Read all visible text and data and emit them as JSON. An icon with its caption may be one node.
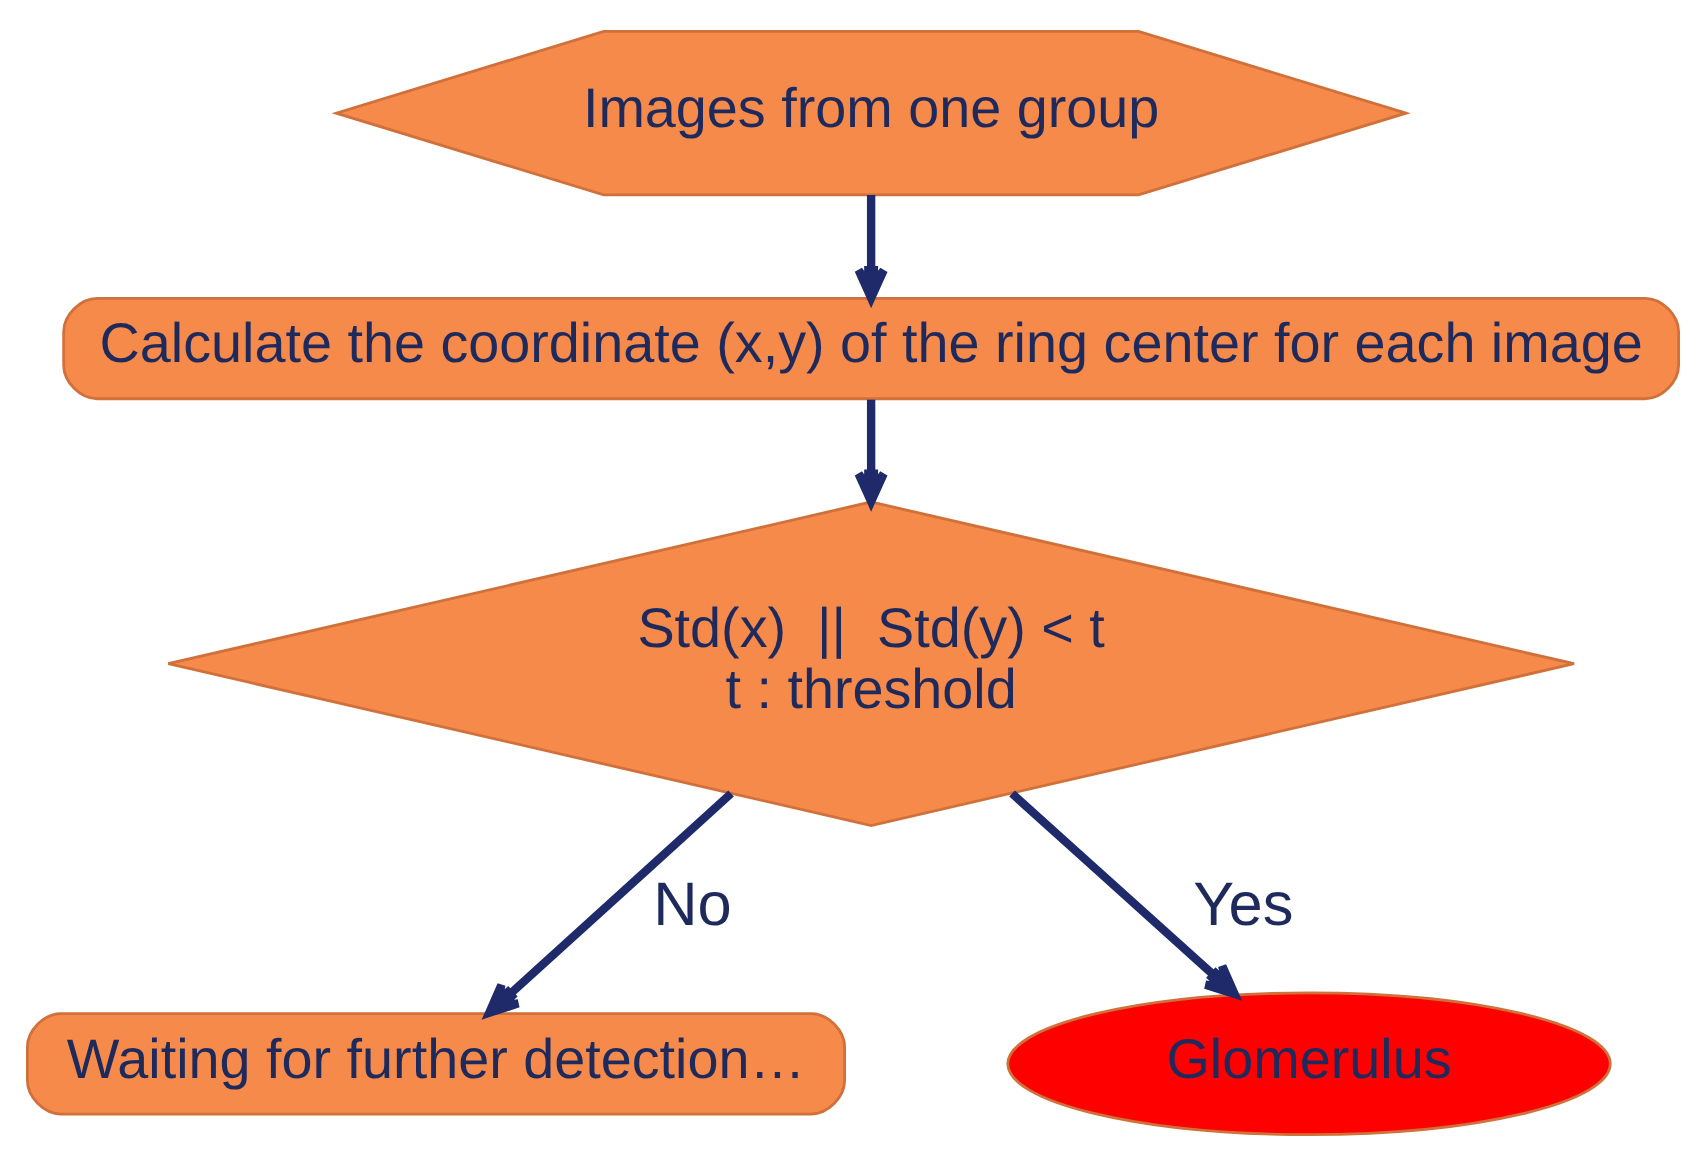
{
  "diagram": {
    "nodes": [
      {
        "text": [
          "Images from one group"
        ]
      },
      {
        "text": [
          "Calculate the coordinate (x,y) of the ring center for each image"
        ]
      },
      {
        "text": [
          "Std(x)  ||  Std(y) < t",
          "t : threshold"
        ]
      },
      {
        "text": [
          "Waiting for further detection…"
        ]
      },
      {
        "text": [
          "Glomerulus"
        ]
      }
    ],
    "edges": [
      {
        "from": 0,
        "to": 1,
        "arrow": "to"
      },
      {
        "from": 1,
        "to": 2,
        "arrow": "to"
      },
      {
        "from": 2,
        "to": 3,
        "arrow": "to",
        "label": "No"
      },
      {
        "from": 2,
        "to": 4,
        "arrow": "to",
        "label": "Yes"
      }
    ]
  }
}
